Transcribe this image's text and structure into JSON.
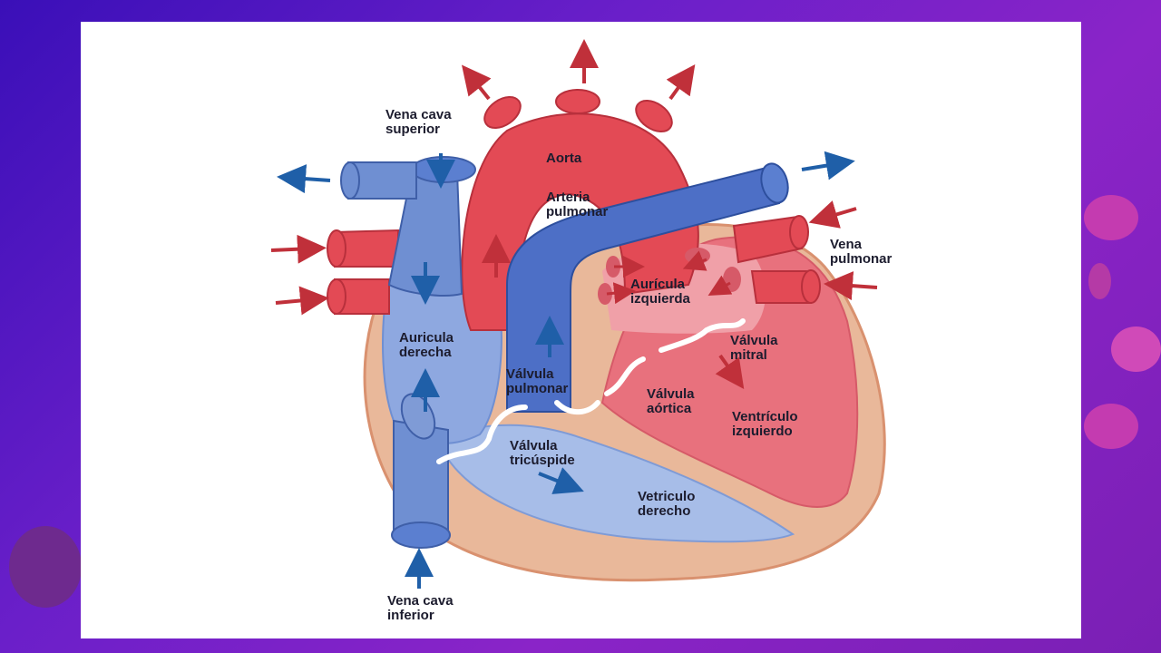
{
  "colors": {
    "background": "#6a1fc9",
    "vein_blue": "#5b7fd0",
    "artery_red": "#e34a55",
    "muscle": "#e9b89a",
    "arrow_red": "#c0303a",
    "arrow_blue": "#1f5fa8"
  },
  "labels": {
    "vena_cava_superior": [
      "Vena cava",
      "superior"
    ],
    "aorta": [
      "Aorta"
    ],
    "arteria_pulmonar": [
      "Arteria",
      "pulmonar"
    ],
    "vena_pulmonar": [
      "Vena",
      "pulmonar"
    ],
    "auricula_izquierda": [
      "Aurícula",
      "izquierda"
    ],
    "auricula_derecha": [
      "Auricula",
      "derecha"
    ],
    "valvula_mitral": [
      "Válvula",
      "mitral"
    ],
    "valvula_pulmonar": [
      "Válvula",
      "pulmonar"
    ],
    "valvula_aortica": [
      "Válvula",
      "aórtica"
    ],
    "ventriculo_izquierdo": [
      "Ventrículo",
      "izquierdo"
    ],
    "valvula_tricuspide": [
      "Válvula",
      "tricúspide"
    ],
    "ventriculo_derecho": [
      "Vetriculo",
      "derecho"
    ],
    "vena_cava_inferior": [
      "Vena cava",
      "inferior"
    ]
  }
}
